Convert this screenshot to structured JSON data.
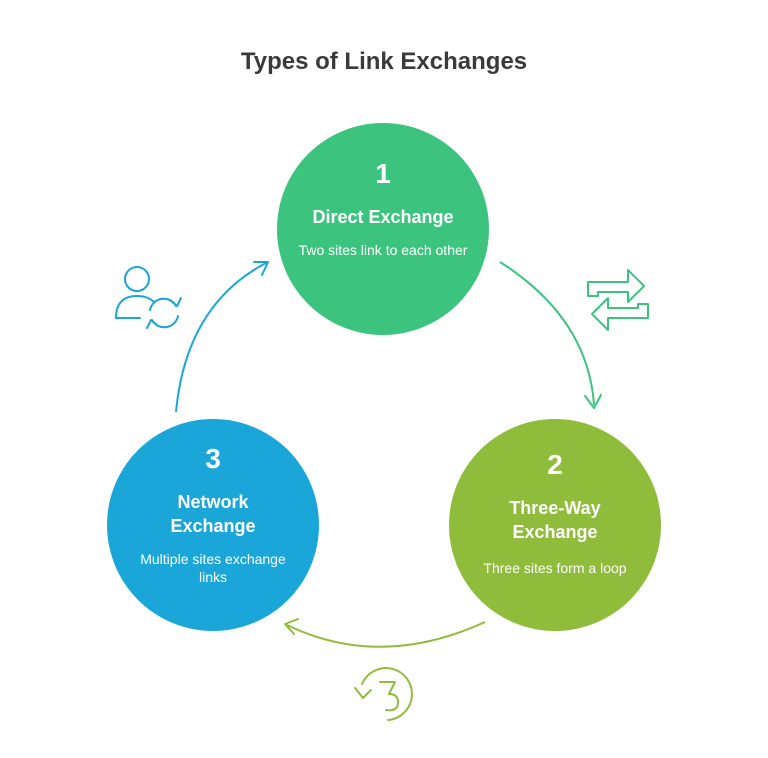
{
  "title": "Types of Link Exchanges",
  "nodes": [
    {
      "num": "1",
      "label": "Direct Exchange",
      "desc": "Two sites link to each other",
      "color": "#3cc47f"
    },
    {
      "num": "2",
      "label": "Three-Way Exchange",
      "desc": "Three sites form a loop",
      "color": "#8fbc3a"
    },
    {
      "num": "3",
      "label": "Network Exchange",
      "desc": "Multiple sites exchange links",
      "color": "#1aa6d8"
    }
  ],
  "icons": [
    "swap-arrows-icon",
    "three-cycle-icon",
    "user-sync-icon"
  ]
}
